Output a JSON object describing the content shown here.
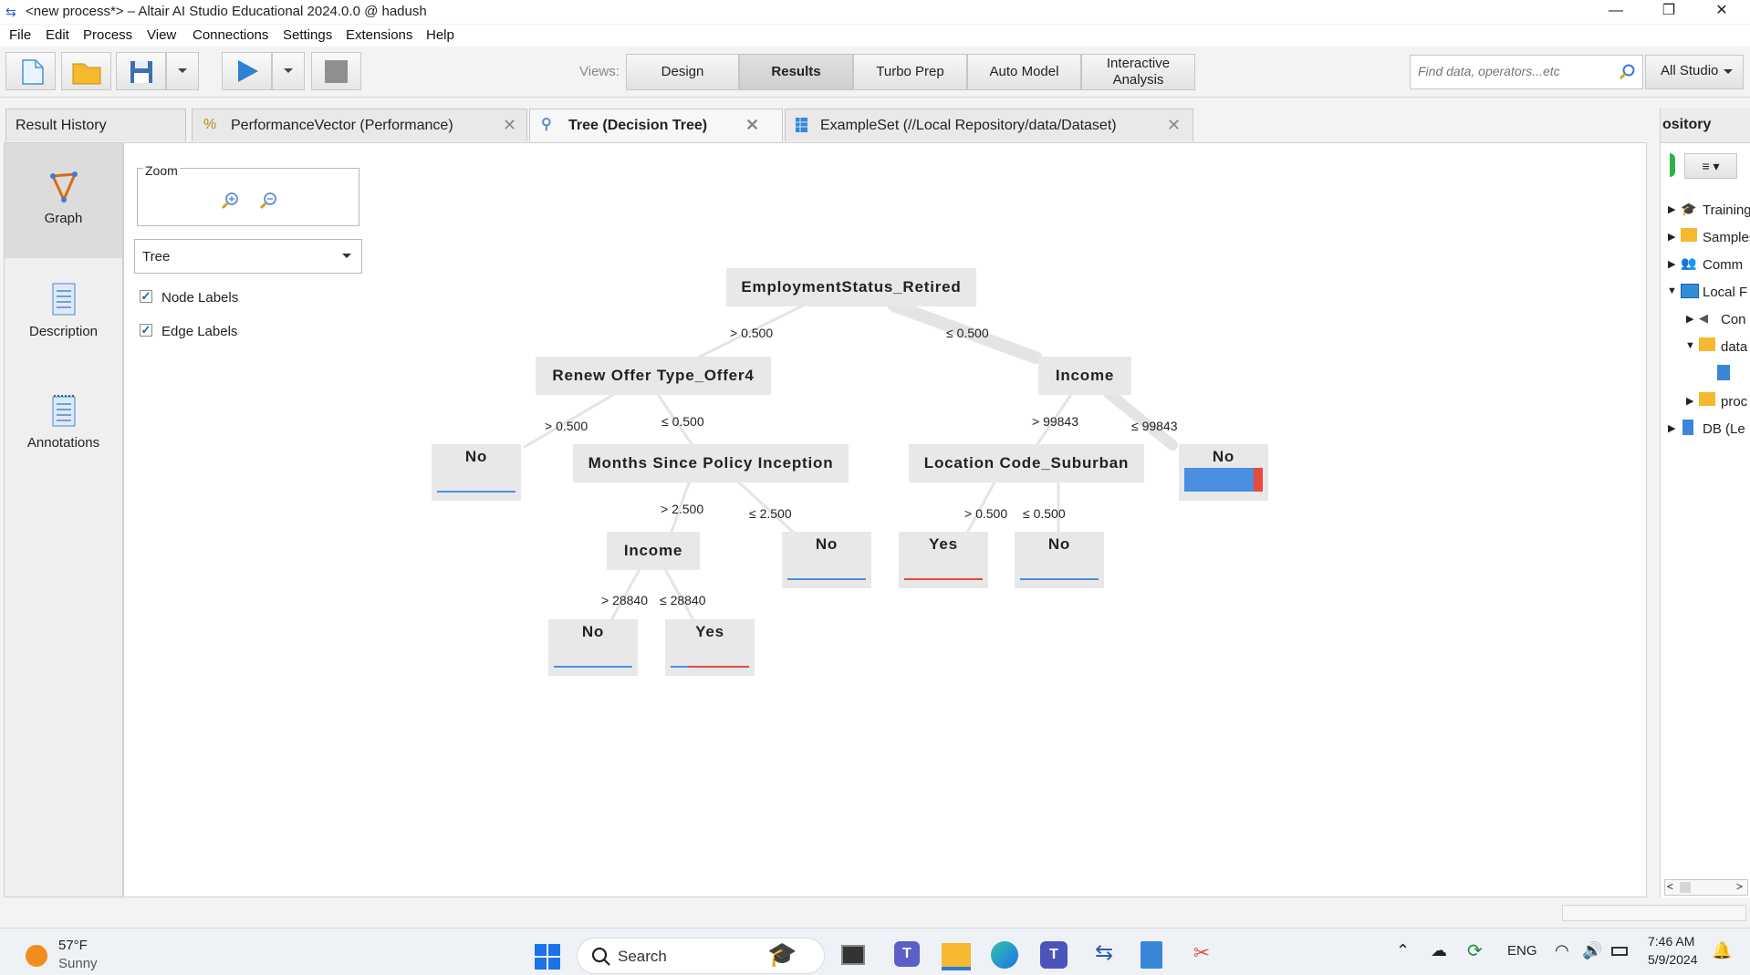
{
  "window": {
    "title": "<new process*> – Altair AI Studio Educational 2024.0.0 @ hadush",
    "minimize": "—",
    "restore": "❐",
    "close": "✕"
  },
  "menu": [
    "File",
    "Edit",
    "Process",
    "View",
    "Connections",
    "Settings",
    "Extensions",
    "Help"
  ],
  "toolbar": {
    "views_label": "Views:",
    "views": [
      "Design",
      "Results",
      "Turbo Prep",
      "Auto Model",
      "Interactive Analysis"
    ],
    "active_view": "Results",
    "search_placeholder": "Find data, operators...etc",
    "scope": "All Studio"
  },
  "tabs": [
    {
      "label": "Result History",
      "closable": false
    },
    {
      "label": "PerformanceVector (Performance)",
      "closable": true
    },
    {
      "label": "Tree (Decision Tree)",
      "closable": true,
      "active": true
    },
    {
      "label": "ExampleSet (//Local Repository/data/Dataset)",
      "closable": true
    }
  ],
  "side_views": [
    "Graph",
    "Description",
    "Annotations"
  ],
  "controls": {
    "zoom_label": "Zoom",
    "layout_value": "Tree",
    "node_labels": "Node Labels",
    "edge_labels": "Edge Labels"
  },
  "tree": {
    "root": "EmploymentStatus_Retired",
    "n_renew": "Renew Offer Type_Offer4",
    "n_income1": "Income",
    "n_months": "Months Since Policy Inception",
    "n_location": "Location Code_Suburban",
    "n_income2": "Income",
    "leaf_no1": "No",
    "leaf_no2": "No",
    "leaf_no3": "No",
    "leaf_no4": "No",
    "leaf_no5": "No",
    "leaf_yes1": "Yes",
    "leaf_yes2": "Yes",
    "e_root_left": "> 0.500",
    "e_root_right": "≤ 0.500",
    "e_renew_left": "> 0.500",
    "e_renew_right": "≤ 0.500",
    "e_income1_left": "> 99843",
    "e_income1_right": "≤ 99843",
    "e_months_left": "> 2.500",
    "e_months_right": "≤ 2.500",
    "e_loc_left": "> 0.500",
    "e_loc_right": "≤ 0.500",
    "e_income2_left": "> 28840",
    "e_income2_right": "≤ 28840"
  },
  "repository": {
    "title": "ository",
    "items": [
      "Training",
      "Samples",
      "Comm",
      "Local F",
      "Con",
      "data",
      "",
      "proc",
      "DB (Le"
    ]
  },
  "taskbar": {
    "temp": "57°F",
    "weather": "Sunny",
    "search": "Search",
    "lang": "ENG",
    "time": "7:46 AM",
    "date": "5/9/2024"
  }
}
